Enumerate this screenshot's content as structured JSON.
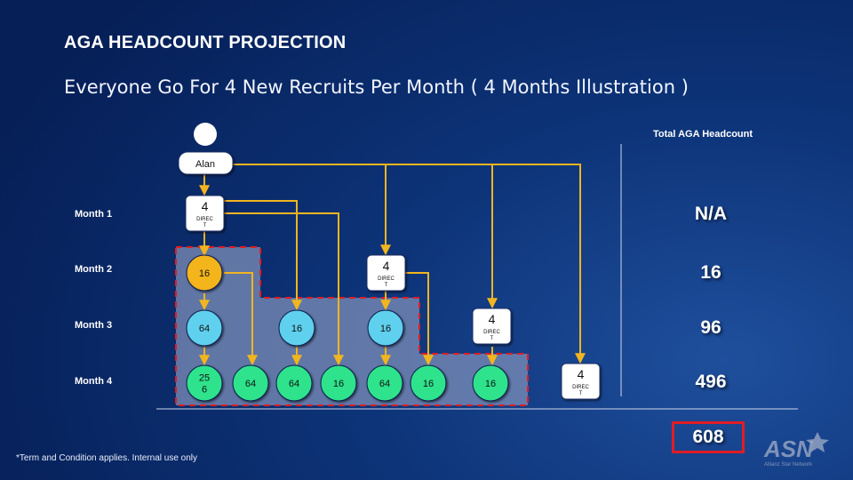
{
  "title": "AGA HEADCOUNT PROJECTION",
  "subtitle": "Everyone Go For 4 New Recruits Per Month ( 4 Months Illustration )",
  "total_header": "Total AGA Headcount",
  "months": [
    "Month 1",
    "Month 2",
    "Month 3",
    "Month 4"
  ],
  "totals": [
    "N/A",
    "16",
    "96",
    "496"
  ],
  "grand_total": "608",
  "footnote": "*Term and Condition applies. Internal use only",
  "root": {
    "name": "Alan"
  },
  "direct_label_lines": [
    "DIREC",
    "T"
  ],
  "direct_count": "4",
  "direct_boxes": [
    {
      "id": "d1",
      "value": "4"
    },
    {
      "id": "d2",
      "value": "4"
    },
    {
      "id": "d3",
      "value": "4"
    },
    {
      "id": "d4",
      "value": "4"
    }
  ],
  "circles": [
    {
      "id": "c16a",
      "label": "16",
      "kind": "gold"
    },
    {
      "id": "c64a",
      "label": "64",
      "kind": "cyan"
    },
    {
      "id": "c16b",
      "label": "16",
      "kind": "cyan"
    },
    {
      "id": "c16c",
      "label": "16",
      "kind": "cyan"
    },
    {
      "id": "c256",
      "label": "25\n6",
      "kind": "green"
    },
    {
      "id": "c64b",
      "label": "64",
      "kind": "green"
    },
    {
      "id": "c64c",
      "label": "64",
      "kind": "green"
    },
    {
      "id": "c16d",
      "label": "16",
      "kind": "green"
    },
    {
      "id": "c64d",
      "label": "64",
      "kind": "green"
    },
    {
      "id": "c16e",
      "label": "16",
      "kind": "green"
    },
    {
      "id": "c16f",
      "label": "16",
      "kind": "green"
    }
  ],
  "colors": {
    "connector": "#f2b51f",
    "gold": "#f4b41a",
    "cyan": "#5fd0ee",
    "green": "#2ee38c",
    "highlight": "#e01d24",
    "region": "#7d8fb8"
  },
  "logo": {
    "text": "ASN",
    "tagline": "Allianz Star Network"
  }
}
